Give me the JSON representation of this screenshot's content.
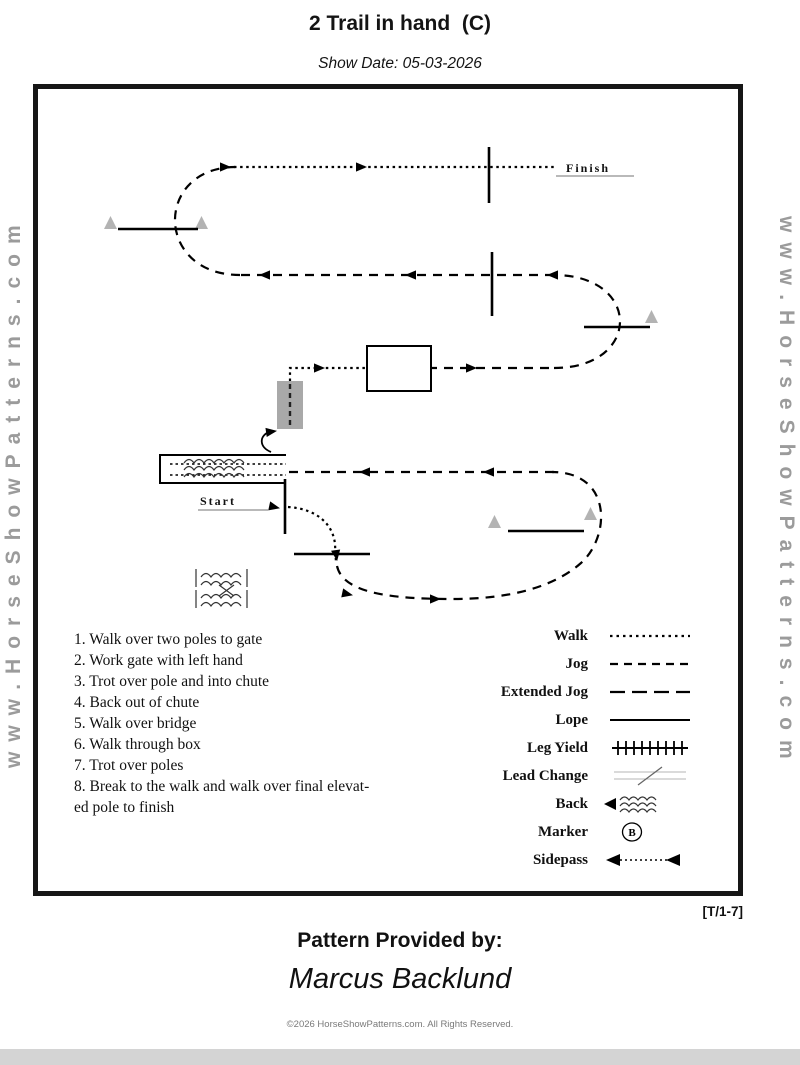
{
  "page": {
    "title": "2 Trail in hand  (C)",
    "show_date": "Show Date: 05-03-2026",
    "watermark_left": "www.HorseShowPatterns.com",
    "watermark_right": "www.HorseShowPatterns.com",
    "ref_code": "[T/1-7]",
    "provided_by_label": "Pattern Provided by:",
    "provided_by_name": "Marcus Backlund",
    "copyright": "©2026 HorseShowPatterns.com. All Rights Reserved."
  },
  "diagram": {
    "start_label": "Start",
    "finish_label": "Finish"
  },
  "instructions": [
    "1. Walk over two poles to gate",
    "2.  Work gate with left hand",
    "3.  Trot over pole and into chute",
    "4.  Back out of  chute",
    "5.  Walk over bridge",
    "6.  Walk through box",
    "7.  Trot over poles",
    "8.  Break to the walk and walk over final elevat-\ned pole to finish"
  ],
  "legend": {
    "items": [
      {
        "label": "Walk",
        "style": "walk-dotted-line"
      },
      {
        "label": "Jog",
        "style": "jog-dashed-line"
      },
      {
        "label": "Extended Jog",
        "style": "extended-jog-long-dash-line"
      },
      {
        "label": "Lope",
        "style": "lope-solid-line"
      },
      {
        "label": "Leg Yield",
        "style": "leg-yield-ticked-line"
      },
      {
        "label": "Lead Change",
        "style": "lead-change-slash"
      },
      {
        "label": "Back",
        "style": "back-squiggle-arrow"
      },
      {
        "label": "Marker",
        "style": "marker-circle",
        "marker_letter": "B"
      },
      {
        "label": "Sidepass",
        "style": "sidepass-dotted-arrows"
      }
    ]
  },
  "colors": {
    "watermark": "#9b9b9b",
    "cone": "#b3b3b3",
    "footer_bar": "#d4d4d4"
  }
}
